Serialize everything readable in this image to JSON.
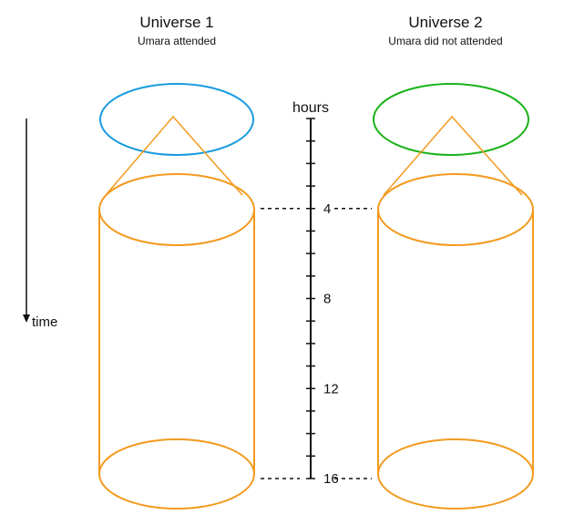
{
  "universes": [
    {
      "title": "Universe 1",
      "subtitle": "Umara attended",
      "top_ellipse_color": "#1a9be0"
    },
    {
      "title": "Universe 2",
      "subtitle": "Umara did not attended",
      "top_ellipse_color": "#19b219"
    }
  ],
  "timeline": {
    "title": "hours",
    "min_hour": 0,
    "max_hour": 16,
    "tick_step": 1,
    "labeled_ticks": [
      "4",
      "8",
      "12",
      "16"
    ],
    "dashed_connectors_at": [
      4,
      16
    ]
  },
  "time_arrow": {
    "label": "time"
  },
  "colors": {
    "cylinder": "#f39a1e",
    "axis": "#111111",
    "arrow": "#111111"
  }
}
